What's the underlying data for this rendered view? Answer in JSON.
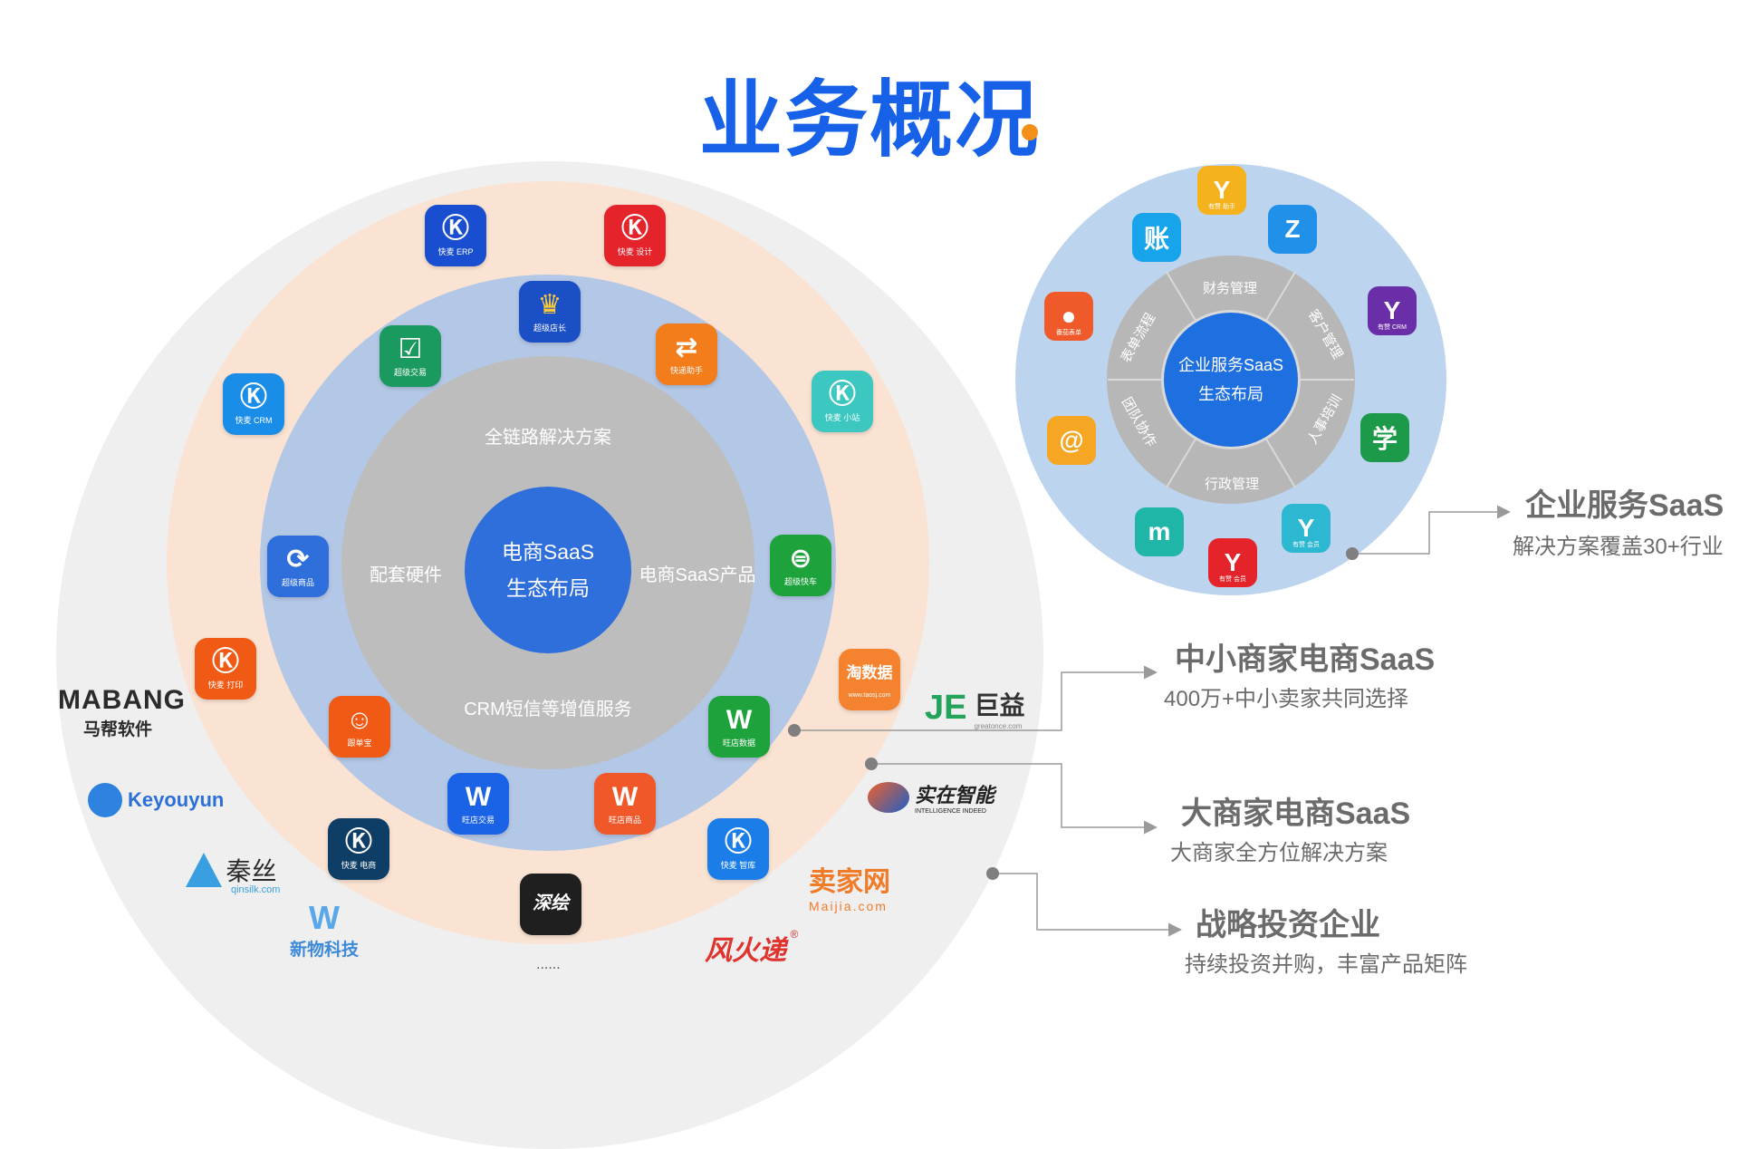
{
  "title": "业务概况",
  "ecommerce": {
    "center_line1": "电商SaaS",
    "center_line2": "生态布局",
    "inner_top": "全链路解决方案",
    "inner_left": "配套硬件",
    "inner_right": "电商SaaS产品",
    "inner_bottom": "CRM短信等增值服务",
    "inner_apps": [
      {
        "glyph": "♛",
        "label": "超级店长"
      },
      {
        "glyph": "⇄",
        "label": "快递助手"
      },
      {
        "glyph": "☑",
        "label": "超级交易"
      },
      {
        "glyph": "⟳",
        "label": "超级商品"
      },
      {
        "glyph": "⊜",
        "label": "超级快车"
      },
      {
        "glyph": "☺",
        "label": "跟单宝"
      },
      {
        "glyph": "W",
        "label": "旺店数据"
      },
      {
        "glyph": "W",
        "label": "旺店交易"
      },
      {
        "glyph": "W",
        "label": "旺店商品"
      }
    ],
    "outer_apps": [
      {
        "glyph": "Ⓚ",
        "label": "快麦 ERP"
      },
      {
        "glyph": "Ⓚ",
        "label": "快麦 设计"
      },
      {
        "glyph": "Ⓚ",
        "label": "快麦 CRM"
      },
      {
        "glyph": "Ⓚ",
        "label": "快麦 小站"
      },
      {
        "glyph": "Ⓚ",
        "label": "快麦 打印"
      },
      {
        "glyph": "Ⓚ",
        "label": "快麦 电商"
      },
      {
        "glyph": "Ⓚ",
        "label": "快麦 智库"
      },
      {
        "glyph": "淘数据",
        "label": "www.taosj.com"
      },
      {
        "glyph": "深绘",
        "label": ""
      }
    ],
    "outer_ellipsis": "......"
  },
  "brands": {
    "mabang": "MABANG",
    "mabang_cn": "马帮软件",
    "keyouyun": "Keyouyun",
    "qinsi": "秦丝",
    "qinsi_url": "qinsilk.com",
    "xinwu": "新物科技",
    "juyi": "巨益",
    "juyi_url": "greatonce.com",
    "shizai": "实在智能",
    "shizai_en": "INTELLIGENCE INDEED",
    "maijia": "卖家网",
    "maijia_url": "Maijia.com",
    "fenghuodi": "风火递"
  },
  "enterprise": {
    "center_line1": "企业服务SaaS",
    "center_line2": "生态布局",
    "segments": [
      "财务管理",
      "客户管理",
      "人事培训",
      "行政管理",
      "团队协作",
      "表单流程"
    ],
    "apps": [
      {
        "glyph": "Y",
        "label": "有赞 助手"
      },
      {
        "glyph": "Z",
        "label": ""
      },
      {
        "glyph": "Y",
        "label": "有赞 CRM"
      },
      {
        "glyph": "学",
        "label": ""
      },
      {
        "glyph": "Y",
        "label": "有赞 会员"
      },
      {
        "glyph": "Y",
        "label": "有赞 会员"
      },
      {
        "glyph": "m",
        "label": ""
      },
      {
        "glyph": "@",
        "label": ""
      },
      {
        "glyph": "●",
        "label": "番茄表单"
      },
      {
        "glyph": "账",
        "label": ""
      }
    ]
  },
  "callouts": [
    {
      "title": "企业服务SaaS",
      "sub": "解决方案覆盖30+行业"
    },
    {
      "title": "中小商家电商SaaS",
      "sub": "400万+中小卖家共同选择"
    },
    {
      "title": "大商家电商SaaS",
      "sub": "大商家全方位解决方案"
    },
    {
      "title": "战略投资企业",
      "sub": "持续投资并购，丰富产品矩阵"
    }
  ],
  "colors": {
    "title": "#1760e8",
    "accent_dot": "#f39019",
    "outer_ring": "#efefef",
    "peach_ring": "#fbe3d3",
    "blue_ring": "#b3c7e6",
    "gray_ring": "#bdbdbd",
    "center": "#2f6fdc",
    "ent_outer": "#bcd4ee",
    "ent_segment": "#b7b7b7",
    "ent_center": "#1e6fe0",
    "callout_text": "#6b6b6b"
  }
}
